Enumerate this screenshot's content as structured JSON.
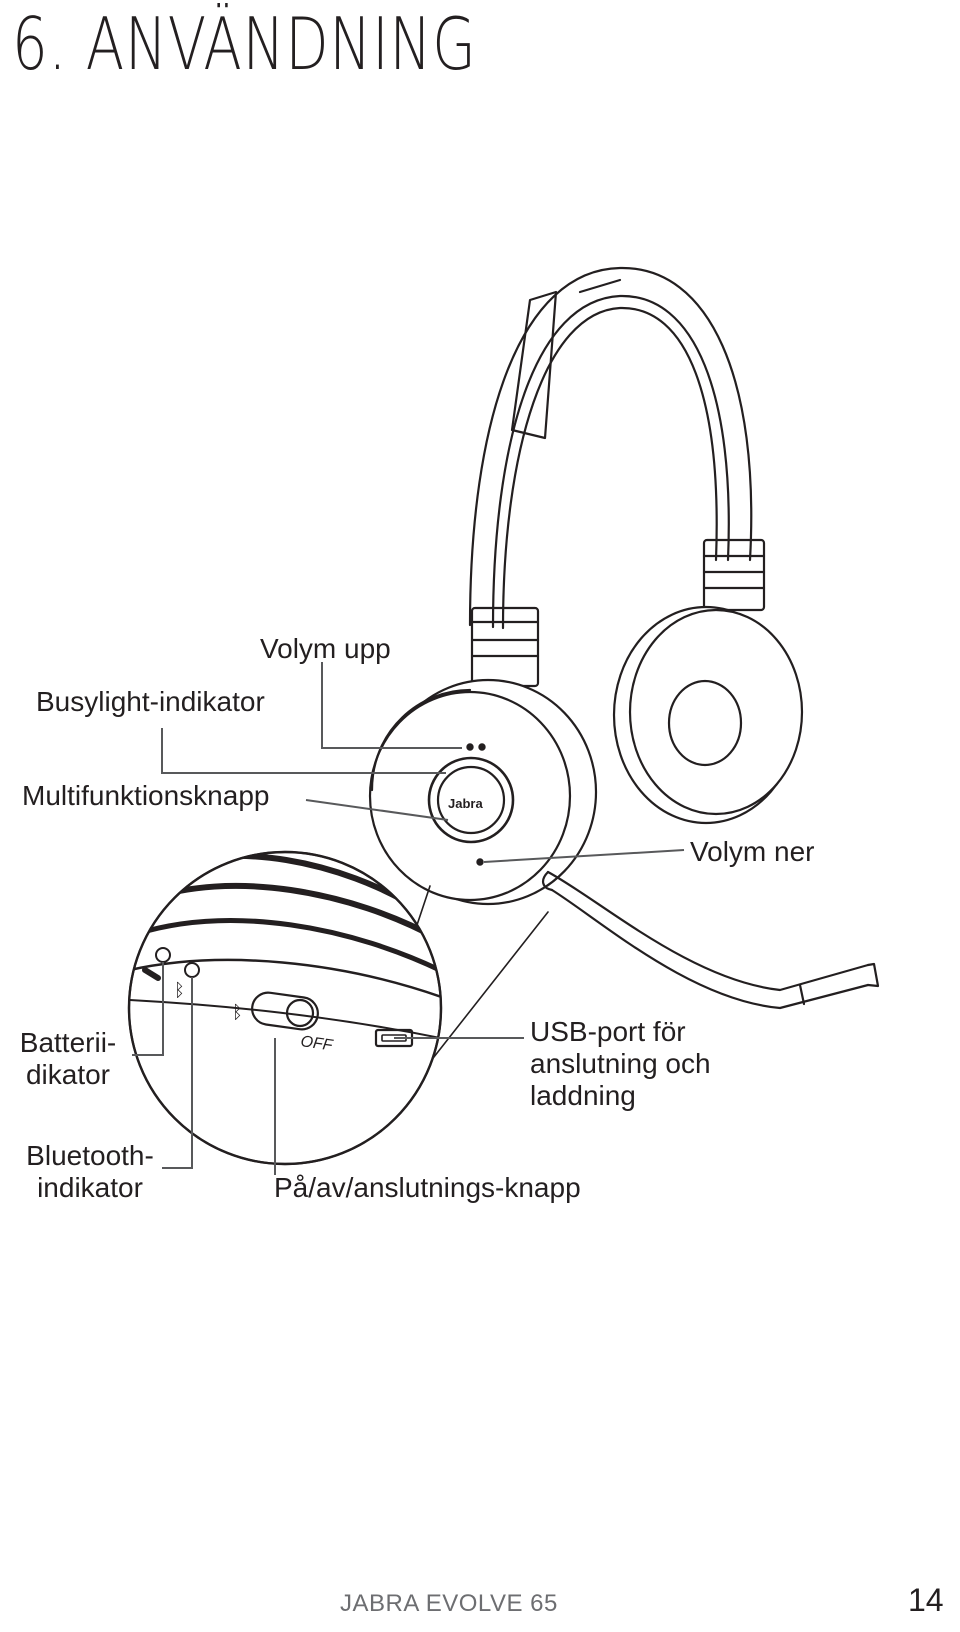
{
  "page": {
    "title": "6.  ANVÄNDNING",
    "footer_product": "JABRA EVOLVE 65",
    "page_number": "14"
  },
  "callouts": {
    "volume_up": "Volym upp",
    "busylight": "Busylight-indikator",
    "multifunction": "Multifunktionsknapp",
    "volume_down": "Volym ner",
    "battery_line1": "Batterii-",
    "battery_line2": "dikator",
    "bluetooth_line1": "Bluetooth-",
    "bluetooth_line2": "indikator",
    "usb_line1": "USB-port för",
    "usb_line2": "anslutning och",
    "usb_line3": "laddning",
    "power": "På/av/anslutnings-knapp"
  },
  "device": {
    "brand_logo": "Jabra",
    "switch_off_label": "OFF"
  }
}
